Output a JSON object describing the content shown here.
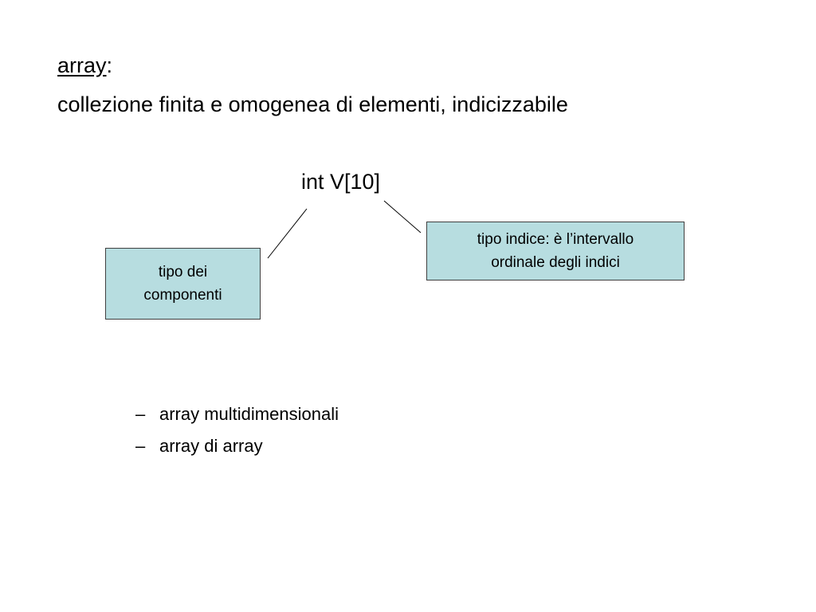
{
  "heading": {
    "term": "array",
    "suffix": ":"
  },
  "definition": "collezione finita e omogenea di elementi, indicizzabile",
  "declaration": "int V[10]",
  "callouts": {
    "components": {
      "line1": "tipo dei",
      "line2": "componenti"
    },
    "index": {
      "line1": "tipo indice: è l’intervallo",
      "line2": "ordinale degli indici"
    }
  },
  "bullets": [
    {
      "marker": "–",
      "text": "array multidimensionali"
    },
    {
      "marker": "–",
      "text": "array di array"
    }
  ],
  "colors": {
    "callout_fill": "#b7dde0",
    "callout_border": "#404040",
    "text": "#000000",
    "background": "#ffffff"
  }
}
